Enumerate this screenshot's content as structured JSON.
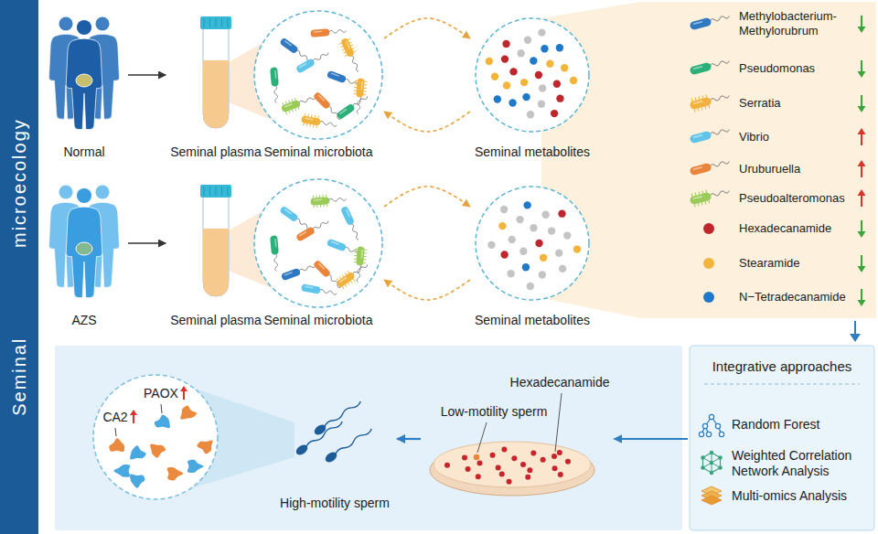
{
  "diagram": {
    "nodes": [
      {
        "text": [
          "Seminal microecology"
        ]
      },
      {
        "text": [
          "Normal"
        ]
      },
      {
        "text": [
          "Seminal plasma"
        ]
      },
      {
        "text": [
          "Seminal microbiota"
        ]
      },
      {
        "text": [
          "Seminal metabolites"
        ]
      },
      {
        "text": [
          "AZS"
        ]
      },
      {
        "text": [
          "Seminal plasma"
        ]
      },
      {
        "text": [
          "Seminal microbiota"
        ]
      },
      {
        "text": [
          "Seminal metabolites"
        ]
      },
      {
        "text": [
          "Integrative approaches",
          "Random Forest",
          "Weighted Correlation Network Analysis",
          "Multi-omics Analysis"
        ]
      },
      {
        "text": [
          "Low-motility sperm",
          "Hexadecanamide"
        ]
      },
      {
        "text": [
          "High-motility sperm"
        ]
      },
      {
        "text": [
          "CA2",
          "PAOX"
        ]
      }
    ],
    "edges": [
      {
        "from": 1,
        "to": 2,
        "arrow": "to"
      },
      {
        "from": 3,
        "to": 4,
        "arrow": "to"
      },
      {
        "from": 4,
        "to": 3,
        "arrow": "to"
      },
      {
        "from": 5,
        "to": 6,
        "arrow": "to"
      },
      {
        "from": 7,
        "to": 8,
        "arrow": "to"
      },
      {
        "from": 8,
        "to": 7,
        "arrow": "to"
      },
      {
        "from": 9,
        "to": 10,
        "arrow": "to"
      },
      {
        "from": 10,
        "to": 11,
        "arrow": "to"
      }
    ],
    "legend": [
      {
        "text": "Methylobacterium-Methylorubrum"
      },
      {
        "text": "Pseudomonas"
      },
      {
        "text": "Serratia"
      },
      {
        "text": "Vibrio"
      },
      {
        "text": "Uruburuella"
      },
      {
        "text": "Pseudoalteromonas"
      },
      {
        "text": "Hexadecanamide",
        "color": "#c0272d"
      },
      {
        "text": "Stearamide",
        "color": "#f2b43a"
      },
      {
        "text": "N−Tetradecanamide",
        "color": "#1f78c8"
      }
    ]
  }
}
